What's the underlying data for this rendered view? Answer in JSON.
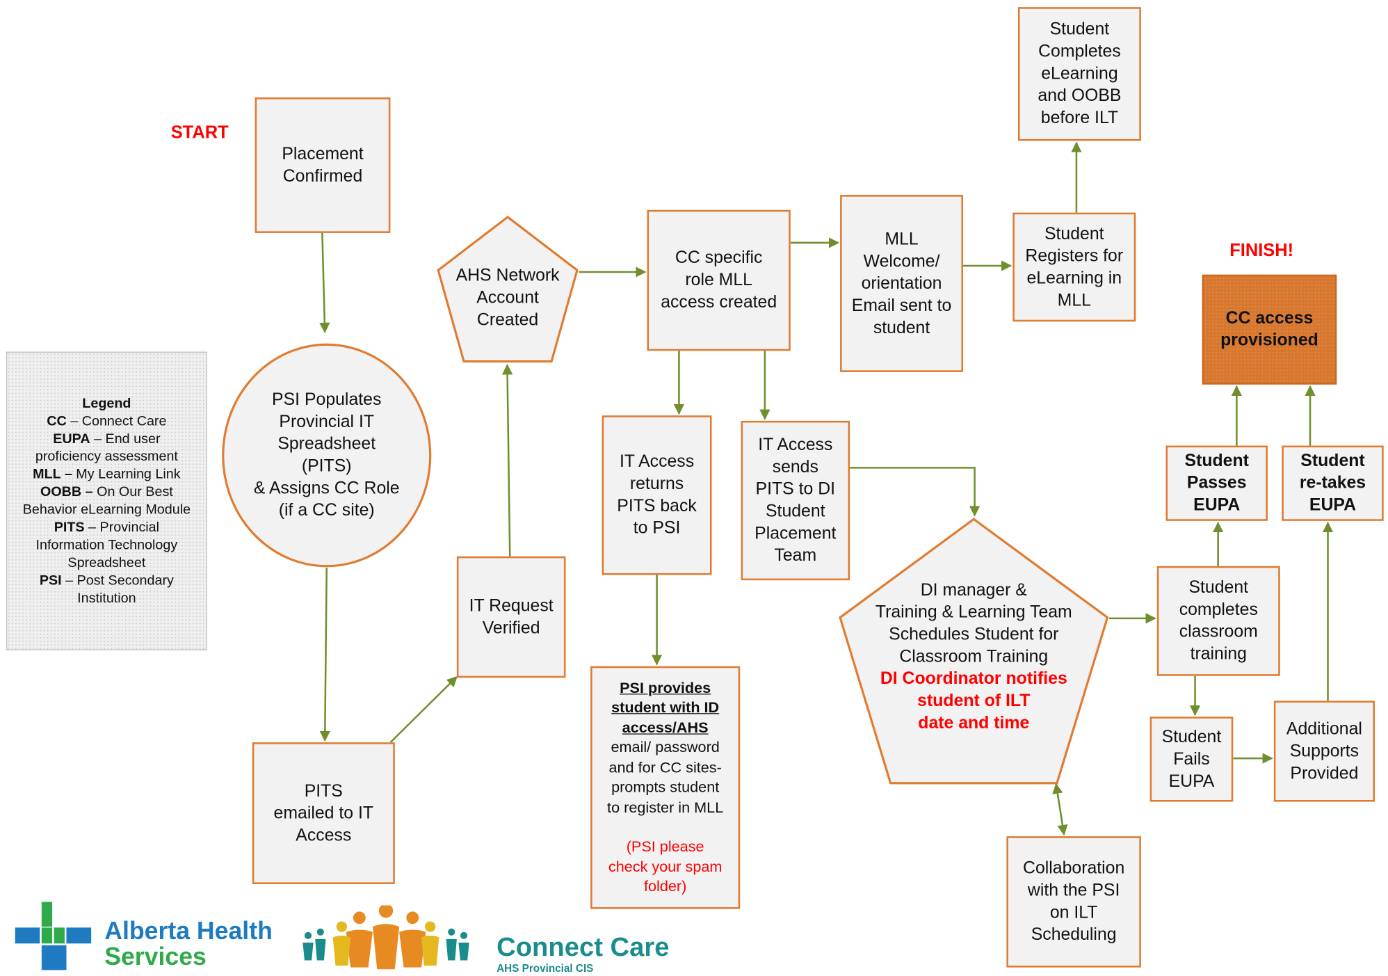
{
  "labels": {
    "start": "START",
    "finish": "FINISH!"
  },
  "colors": {
    "box_border": "#e07b30",
    "box_fill": "#f2f2f2",
    "arrow": "#6f8f2e",
    "alert_red": "#ff0000",
    "finish_fill": "#d8782f",
    "ahs_blue": "#1f7bc1",
    "ahs_green": "#2eaa4a",
    "connect_teal": "#1a8c8c"
  },
  "legend": {
    "title": "Legend",
    "rows": [
      {
        "abbr": "CC",
        "sep": " – ",
        "text": "Connect Care"
      },
      {
        "abbr": "EUPA",
        "sep": " – ",
        "text": "End user"
      },
      {
        "abbr": "",
        "sep": "",
        "text": "proficiency assessment"
      },
      {
        "abbr": "MLL –",
        "sep": " ",
        "text": "My Learning Link"
      },
      {
        "abbr": "OOBB –",
        "sep": " ",
        "text": "On Our Best"
      },
      {
        "abbr": "",
        "sep": "",
        "text": "Behavior eLearning Module"
      },
      {
        "abbr": "PITS",
        "sep": " – ",
        "text": "Provincial"
      },
      {
        "abbr": "",
        "sep": "",
        "text": "Information Technology"
      },
      {
        "abbr": "",
        "sep": "",
        "text": "Spreadsheet"
      },
      {
        "abbr": "PSI",
        "sep": " – ",
        "text": "Post Secondary"
      },
      {
        "abbr": "",
        "sep": "",
        "text": "Institution"
      }
    ]
  },
  "nodes": {
    "placement_confirmed": [
      "Placement",
      "Confirmed"
    ],
    "psi_populates": [
      "PSI  Populates",
      "Provincial IT",
      "Spreadsheet",
      "(PITS)",
      "& Assigns CC Role",
      "(if a CC site)"
    ],
    "pits_emailed": [
      "PITS",
      "emailed to IT",
      "Access"
    ],
    "it_request_verified": [
      "IT Request",
      "Verified"
    ],
    "ahs_network": [
      "AHS Network",
      "Account",
      "Created"
    ],
    "cc_role_mll": [
      "CC specific",
      "role MLL",
      "access created"
    ],
    "it_returns_pits": [
      "IT Access",
      "returns",
      "PITS back",
      "to PSI"
    ],
    "psi_provides": {
      "bold_lines": [
        "PSI provides",
        "student with ID",
        "access/AHS"
      ],
      "lines": [
        "email/ password",
        "and for CC sites-",
        "prompts student",
        "to register in MLL"
      ],
      "note_lines": [
        "(PSI please",
        "check your spam",
        "folder)"
      ]
    },
    "it_sends_pits": [
      "IT Access",
      "sends",
      "PITS to DI",
      "Student",
      "Placement",
      "Team"
    ],
    "mll_welcome": [
      "MLL",
      "Welcome/",
      "orientation",
      "Email sent to",
      "student"
    ],
    "student_registers": [
      "Student",
      "Registers for",
      "eLearning in",
      "MLL"
    ],
    "student_completes_elearning": [
      "Student",
      "Completes",
      "eLearning",
      "and OOBB",
      "before ILT"
    ],
    "di_manager": {
      "lines": [
        "DI manager &",
        "Training & Learning Team",
        "Schedules Student for",
        "Classroom Training"
      ],
      "red_lines": [
        "DI Coordinator notifies",
        "student of ILT",
        "date and time"
      ]
    },
    "collaboration": [
      "Collaboration",
      "with the PSI",
      "on ILT",
      "Scheduling"
    ],
    "student_completes_classroom": [
      "Student",
      "completes",
      "classroom",
      "training"
    ],
    "student_fails": [
      "Student",
      "Fails",
      "EUPA"
    ],
    "additional_supports": [
      "Additional",
      "Supports",
      "Provided"
    ],
    "student_passes": [
      "Student",
      "Passes",
      "EUPA"
    ],
    "student_retakes": [
      "Student",
      "re-takes",
      "EUPA"
    ],
    "cc_access": [
      "CC access",
      "provisioned"
    ]
  },
  "logos": {
    "ahs_line1": "Alberta Health",
    "ahs_line2": "Services",
    "connect_care": "Connect Care",
    "connect_care_sub": "AHS Provincial CIS"
  }
}
